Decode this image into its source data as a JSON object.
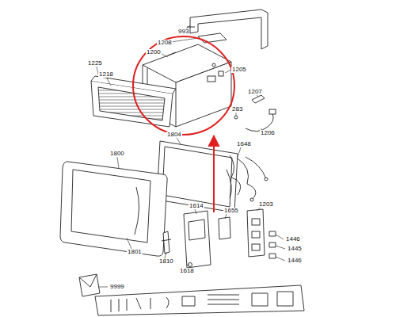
{
  "diagram": {
    "labels": [
      "993",
      "1208",
      "1200",
      "1205",
      "1225",
      "1218",
      "1207",
      "283",
      "1206",
      "1804",
      "1648",
      "1800",
      "1614",
      "1655",
      "1203",
      "1801",
      "1446",
      "1445",
      "1446",
      "1810",
      "1618",
      "9999"
    ]
  }
}
